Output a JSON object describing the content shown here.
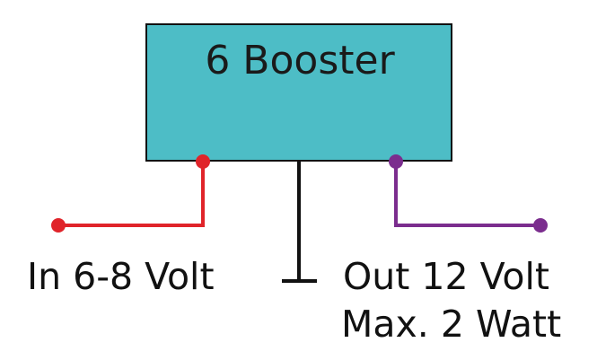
{
  "booster": {
    "title": "6 Booster",
    "fill_color": "#4dbdc6"
  },
  "input": {
    "label": "In 6-8 Volt",
    "wire_color": "#e0242a"
  },
  "output": {
    "line1": "Out 12 Volt",
    "line2": "Max. 2 Watt",
    "wire_color": "#7b2d8e"
  },
  "ground": {
    "wire_color": "#111111"
  }
}
